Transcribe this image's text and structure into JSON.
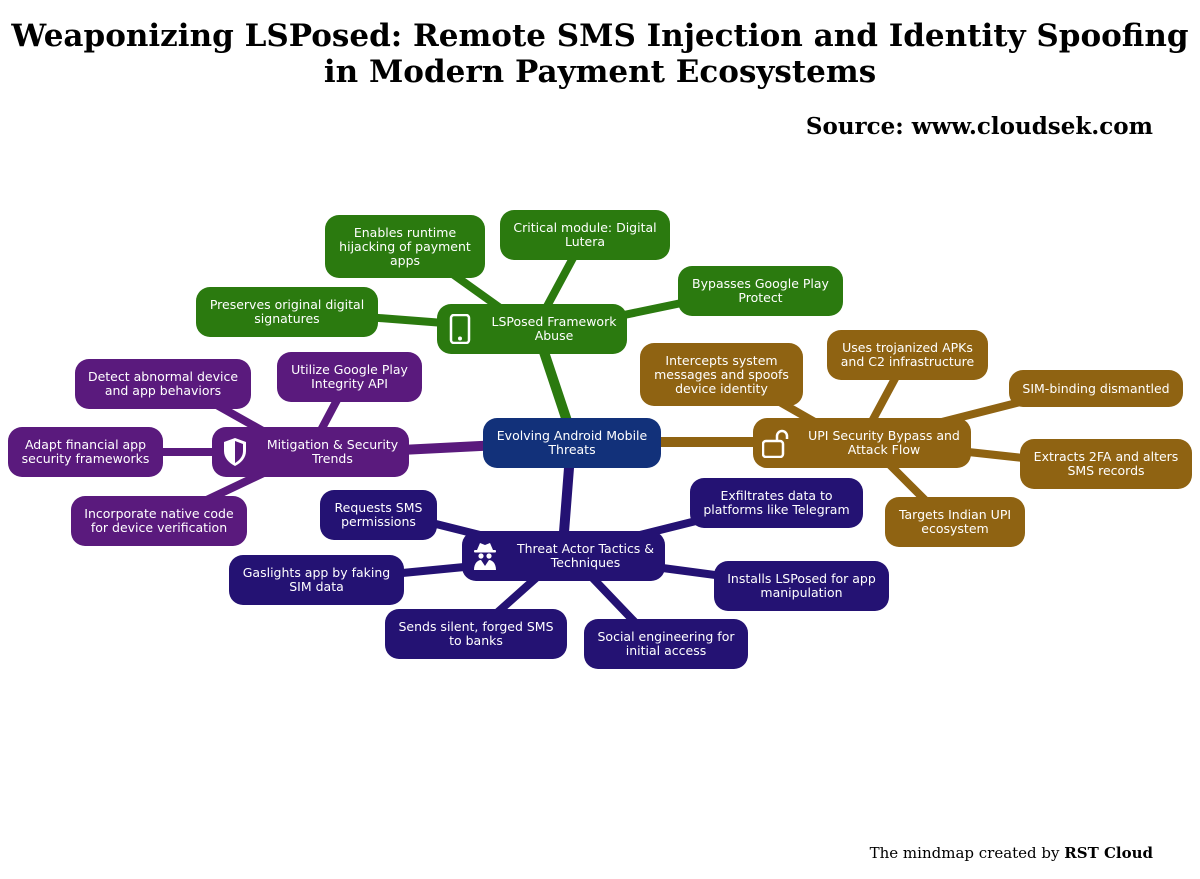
{
  "title": "Weaponizing LSPosed: Remote SMS Injection and Identity Spoofing in Modern Payment Ecosystems",
  "source": "Source: www.cloudsek.com",
  "credit": {
    "prefix": "The mindmap created by",
    "brand": "RST Cloud"
  },
  "colors": {
    "center": "#12317a",
    "lsposed": "#2b7a0f",
    "upi": "#8f6312",
    "mitigation": "#5a1a7d",
    "threat": "#241273"
  },
  "mindmap": {
    "center": "Evolving Android Mobile Threats",
    "branches": {
      "lsposed": {
        "label": "LSPosed Framework Abuse",
        "icon": "smartphone-icon",
        "leaves": [
          "Enables runtime hijacking of payment apps",
          "Critical module: Digital Lutera",
          "Bypasses Google Play Protect",
          "Preserves original digital signatures"
        ]
      },
      "upi": {
        "label": "UPI Security Bypass and Attack Flow",
        "icon": "unlock-icon",
        "leaves": [
          "Intercepts system messages and spoofs device identity",
          "Uses trojanized APKs and C2 infrastructure",
          "SIM-binding dismantled",
          "Extracts 2FA and alters SMS records",
          "Targets Indian UPI ecosystem"
        ]
      },
      "mitigation": {
        "label": "Mitigation & Security Trends",
        "icon": "shield-icon",
        "leaves": [
          "Detect abnormal device and app behaviors",
          "Utilize Google Play Integrity API",
          "Adapt financial app security frameworks",
          "Incorporate native code for device verification"
        ]
      },
      "threat": {
        "label": "Threat Actor Tactics & Techniques",
        "icon": "spy-icon",
        "leaves": [
          "Requests SMS permissions",
          "Exfiltrates data to platforms like Telegram",
          "Gaslights app by faking SIM data",
          "Installs LSPosed for app manipulation",
          "Sends silent, forged SMS to banks",
          "Social engineering for initial access"
        ]
      }
    }
  }
}
